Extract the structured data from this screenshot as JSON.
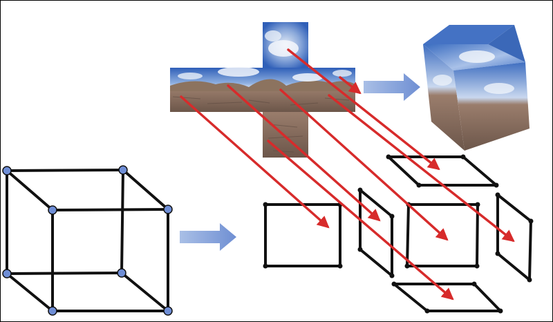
{
  "figure": {
    "background": "#ffffff",
    "border_color": "#000000",
    "arrow_color": "#d72b2b",
    "flow_arrow_color": "#7f9fd8",
    "edge_color": "#111111",
    "vertex_fill": "#6f8ed6",
    "sky_top": "#2f5fb8",
    "sky_bottom": "#dbe6f5",
    "cloud": "#f4f7fb",
    "ground_top": "#8f7464",
    "ground_bottom": "#6c564a"
  },
  "parts": {
    "wireframe_cube": {
      "vertex_count": 8,
      "edge_count": 12
    },
    "cube_map_net": {
      "layout": "cross",
      "face_count": 6
    },
    "textured_cube": {
      "visible_faces": 3
    },
    "separated_faces": {
      "count": 6
    },
    "mapping_arrows": {
      "count": 7
    }
  }
}
